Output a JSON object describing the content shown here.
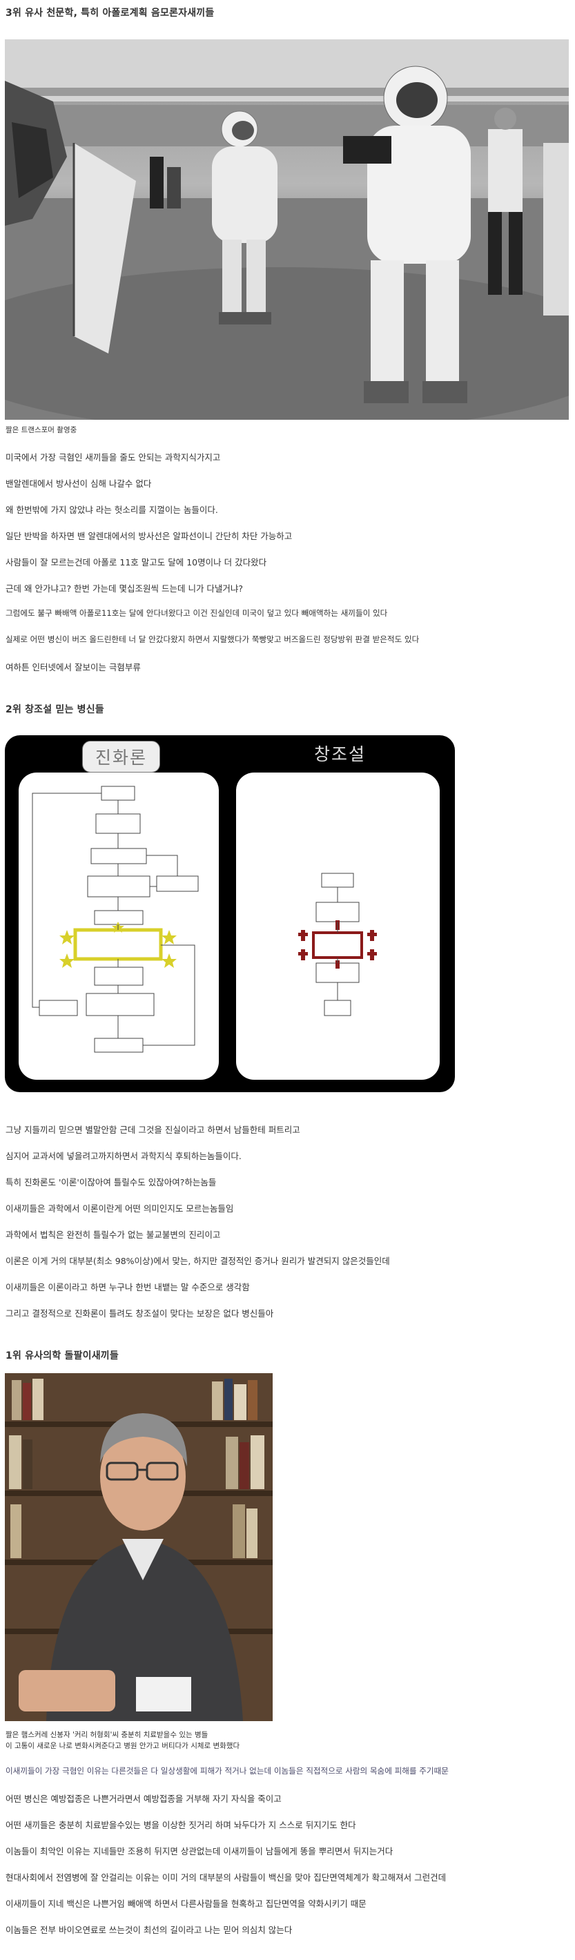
{
  "section3": {
    "heading": "3위 유사 천문학, 특히 아폴로계획 음모론자새끼들",
    "photo_caption": "짤은 트랜스포머 촬영중",
    "paragraphs": [
      "미국에서 가장 극혐인 새끼들을 줄도 안되는 과학지식가지고",
      "밴알렌대에서 방사선이 심해 나갈수 없다",
      "왜 한번밖에 가지 않았냐 라는 헛소리를 지껄이는 놈들이다.",
      "일단 반박을 하자면 밴 알렌대에서의 방사선은 알파선이니 간단히 차단 가능하고",
      "사람들이 잘 모르는건데 아폴로 11호 말고도 달에 10명이나 더 갔다왔다",
      "근데 왜 안가냐고? 한번 가는데 몇십조원씩 드는데 니가 다낼거냐?",
      "그럼에도 불구 빠배액 아폴로11호는 달에 안다녀왔다고 이건 진실인데 미국이 덮고 있다 빼애액하는 새끼들이 있다",
      "실제로 어떤 병신이 버즈 올드린한테 너 달 안갔다왔지 하면서 지랄했다가 쭉빵맞고 버즈올드린 정당방위 판결 받은적도 있다",
      "여하튼 인터넷에서 잘보이는 극혐부류"
    ]
  },
  "section2": {
    "heading": "2위 창조설 믿는 병신들",
    "diagram": {
      "left_title": "진화론",
      "right_title": "창조설"
    },
    "paragraphs": [
      "그냥 지들끼리 믿으면 별말안함 근데 그것을 진실이라고 하면서 남들한테 퍼트리고",
      "심지어 교과서에 넣을려고까지하면서 과학지식 후퇴하는놈들이다.",
      "특히 진화론도 '이론'이잖아여 틀릴수도 있잖아여?하는놈들",
      "이새끼들은 과학에서 이론이란게 어떤 의미인지도 모르는놈들임",
      "과학에서 법칙은 완전히 틀릴수가 없는 불교불변의 진리이고",
      "이론은 이게 거의 대부분(최소 98%이상)에서 맞는, 하지만 결정적인 증거나 원리가 발견되지 않은것들인데",
      "이새끼들은 이론이라고 하면 누구나 한번 내뱉는 말 수준으로 생각함",
      "그리고 결정적으로 진화론이 틀려도 창조설이 맞다는 보장은 없다 병신들아"
    ]
  },
  "section1": {
    "heading": "1위 유사의학 돌팔이새끼들",
    "photo_caption_lines": [
      "짤은 햄스커레 신봉자 '커리 허형회'씨 충분히 치료받을수 있는 병들",
      "이 고통이 새로운 나로 변화시켜준다고 병원 안가고 버티다가 시체로 변화했다"
    ],
    "paragraphs": [
      "이새끼들이 가장 극혐인 이유는 다른것들은 다 일상생활에 피해가 적거나 없는데 이놈들은 직접적으로 사람의 목숨에 피해를 주기때문",
      "어떤 병신은 예방접종은 나쁜거라면서 예방접종을 거부해 자기 자식을 죽이고",
      "어떤 새끼들은 충분히 치료받을수있는 병을 이상한 짓거리 하며 놔두다가 지 스스로 뒤지기도 한다",
      "이놈들이 최악인 이유는 지네들만 조용히 뒤지면 상관없는데 이새끼들이 남들에게 똥을 뿌리면서 뒤지는거다",
      "현대사회에서 전염병에 잘 안걸리는 이유는 이미 거의 대부분의 사람들이 백신을 맞아 집단면역체계가 확고해져서 그런건데",
      "이새끼들이 지네 백신은 나쁜거임 빼애액 하면서 다른사람들을 현혹하고 집단면역을 약화시키기 때문",
      "이놈들은 전부 바이오연료로 쓰는것이 최선의 길이라고 나는 믿어 의심치 않는다"
    ]
  },
  "colors": {
    "emphasis_red": "#8b1a1a",
    "diagram_bg": "#000000",
    "star_yellow": "#d8d02a"
  }
}
